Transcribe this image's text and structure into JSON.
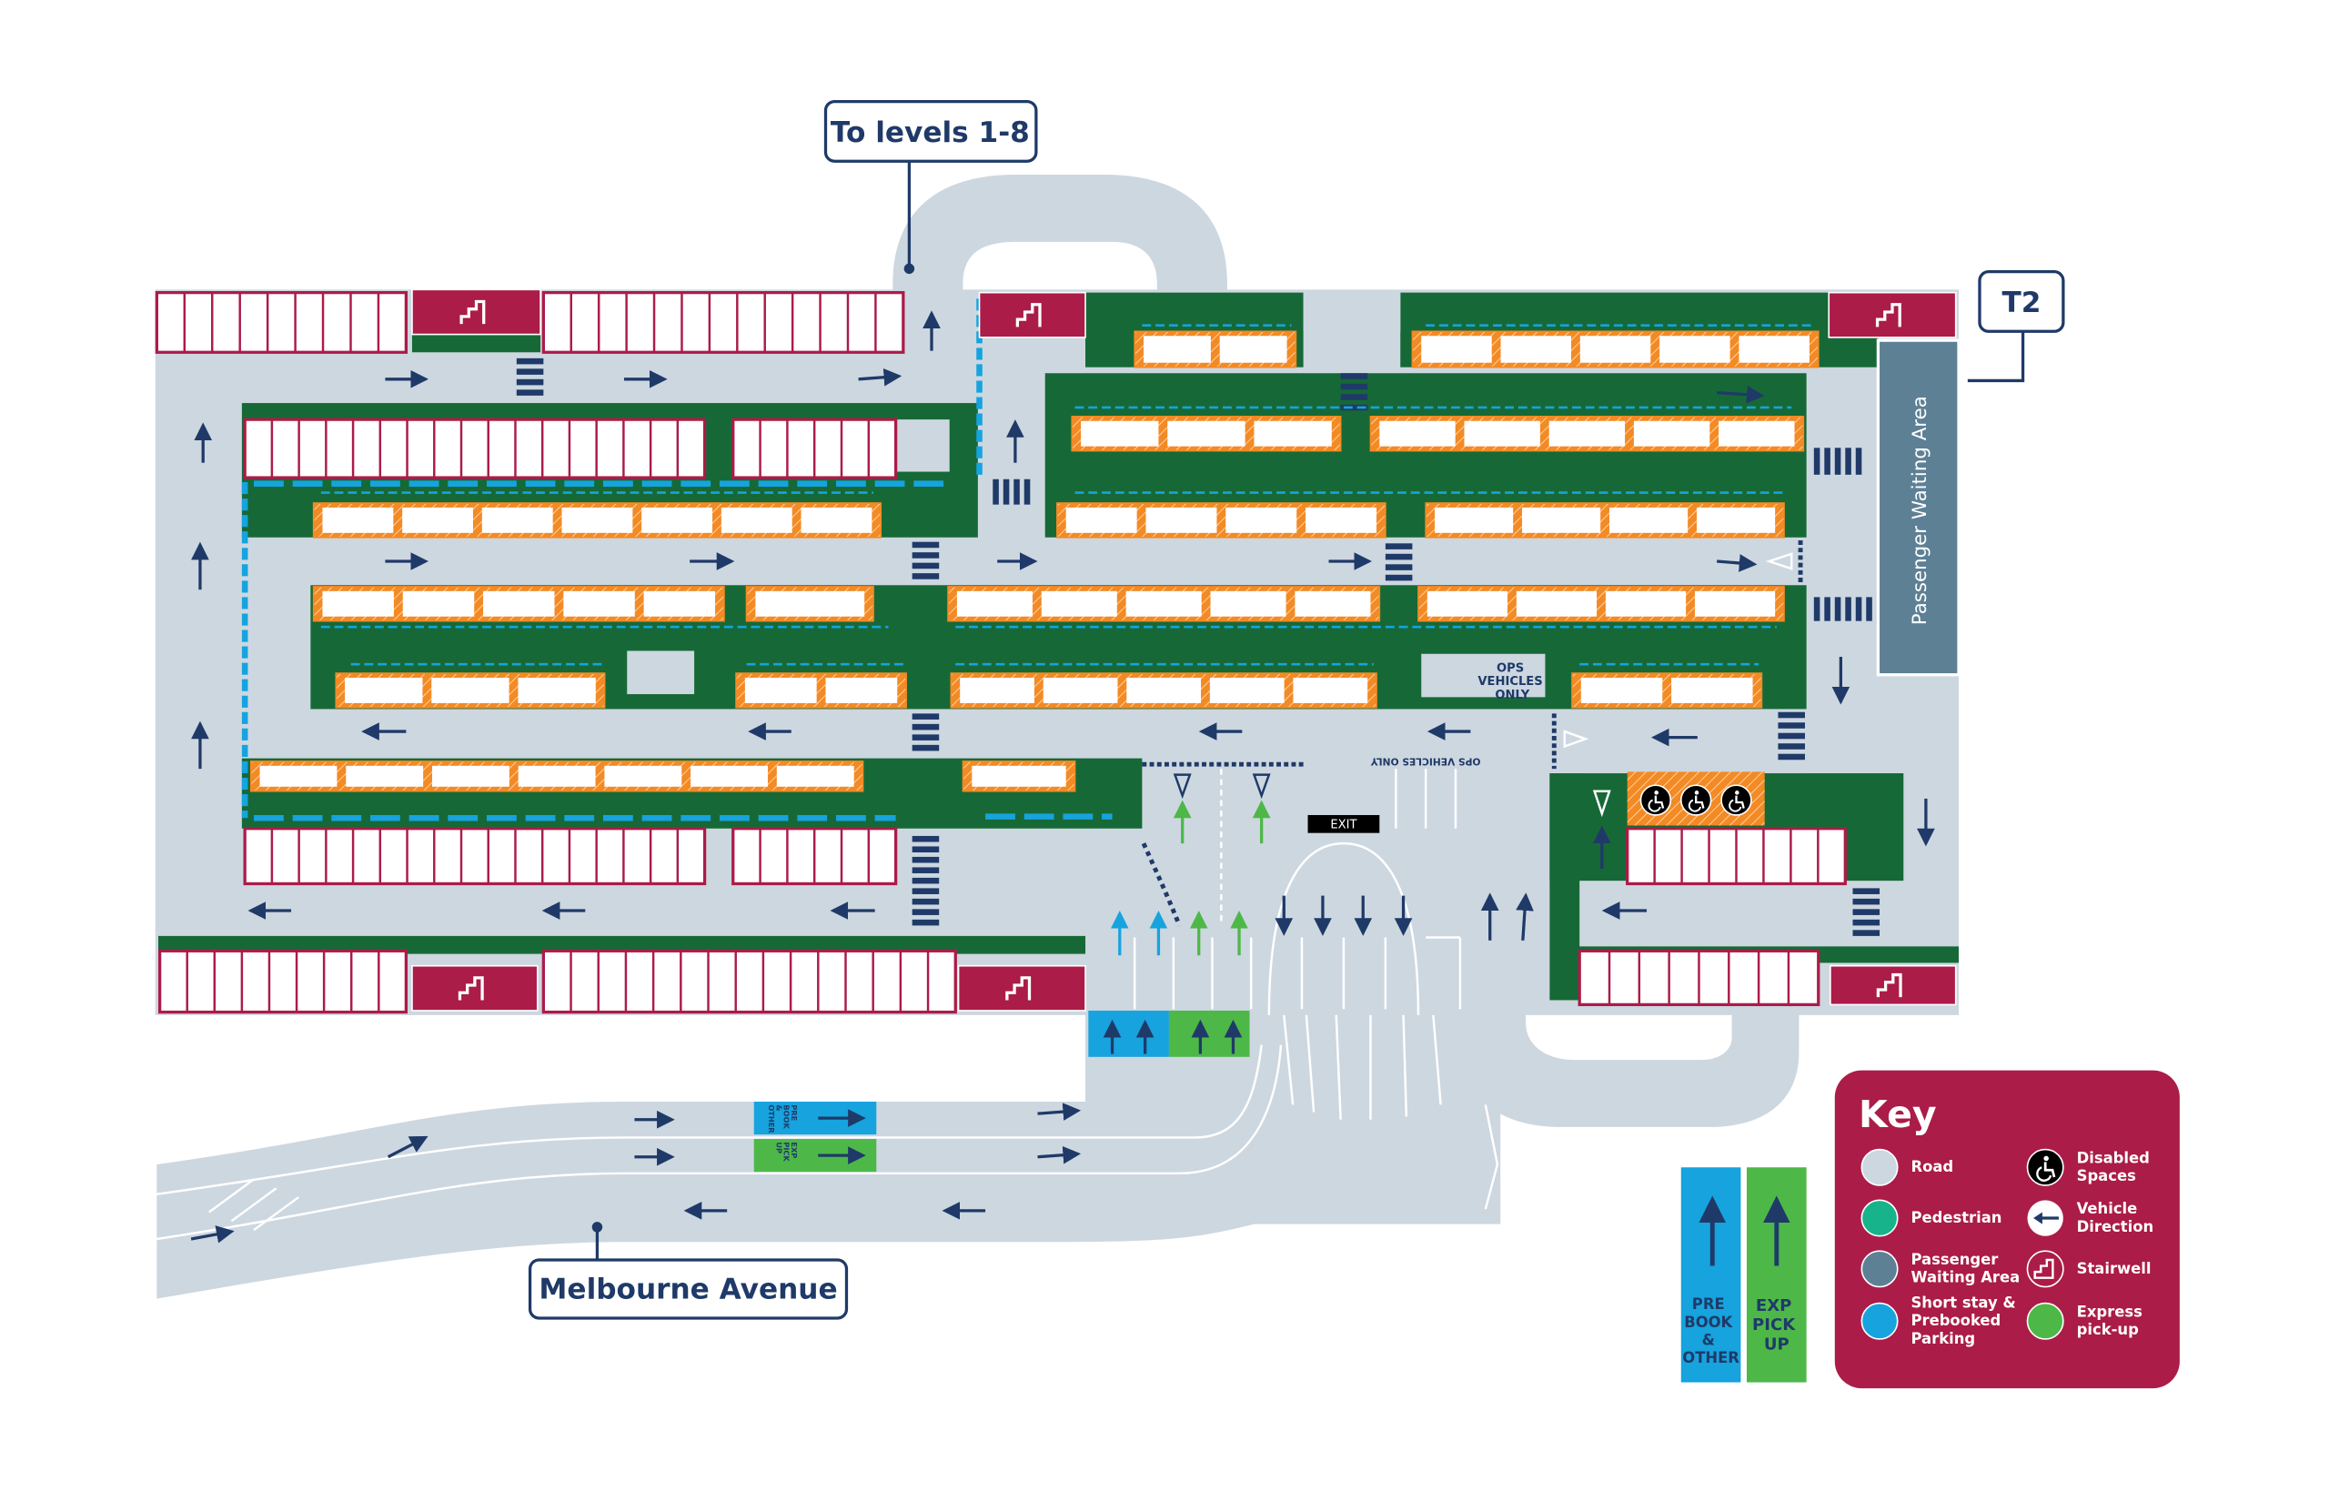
{
  "map": {
    "to_levels_label": "To levels 1-8",
    "terminal_label": "T2",
    "passenger_waiting_label": "Passenger Waiting Area",
    "street_label": "Melbourne Avenue",
    "ops_vehicles_label": [
      "OPS",
      "VEHICLES",
      "ONLY"
    ],
    "ops_vehicles_road_label": "OPS VEHICLES ONLY",
    "exit_label": "EXIT",
    "lane_prebook_label": [
      "PRE",
      "BOOK",
      "&",
      "OTHER"
    ],
    "lane_express_label": [
      "EXP",
      "PICK",
      "UP"
    ]
  },
  "lane_legend": {
    "prebook": [
      "PRE",
      "BOOK",
      "&",
      "OTHER"
    ],
    "express": [
      "EXP",
      "PICK",
      "UP"
    ]
  },
  "key": {
    "title": "Key",
    "items": [
      {
        "label": [
          "Road"
        ],
        "icon": "road-swatch",
        "color": "#cdd7e0"
      },
      {
        "label": [
          "Pedestrian"
        ],
        "icon": "pedestrian-swatch",
        "color": "#17b38a"
      },
      {
        "label": [
          "Passenger",
          "Waiting Area"
        ],
        "icon": "waiting-area-swatch",
        "color": "#5d8095"
      },
      {
        "label": [
          "Short stay &",
          "Prebooked",
          "Parking"
        ],
        "icon": "short-stay-swatch",
        "color": "#16a3de"
      },
      {
        "label": [
          "Disabled",
          "Spaces"
        ],
        "icon": "wheelchair-icon",
        "color": "#000000"
      },
      {
        "label": [
          "Vehicle",
          "Direction"
        ],
        "icon": "arrow-left-icon",
        "color": "#ffffff"
      },
      {
        "label": [
          "Stairwell"
        ],
        "icon": "stairwell-icon",
        "color": "#ab1c48"
      },
      {
        "label": [
          "Express",
          "pick-up"
        ],
        "icon": "express-swatch",
        "color": "#4db848"
      }
    ]
  },
  "colors": {
    "road": "#cdd7e0",
    "green_area": "#166936",
    "orange_bay": "#f38a24",
    "crimson": "#ab1c48",
    "navy": "#1f3a68",
    "short_stay_blue": "#16a3de",
    "express_green": "#4db848",
    "waiting_area": "#5d8095"
  }
}
